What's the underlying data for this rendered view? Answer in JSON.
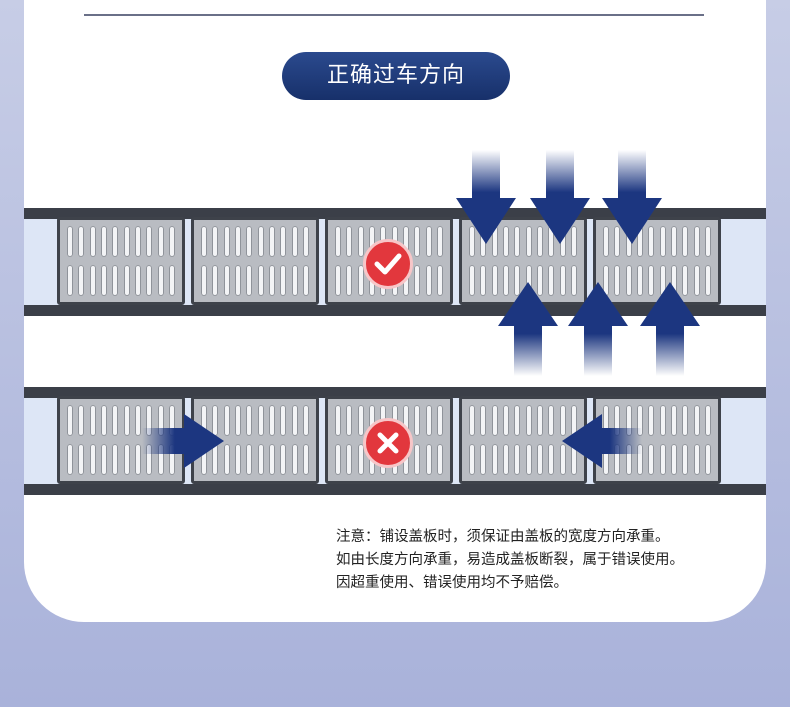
{
  "heading": {
    "label": "正确过车方向"
  },
  "note": {
    "lines": [
      "注意：铺设盖板时，须保证由盖板的宽度方向承重。",
      "如由长度方向承重，易造成盖板断裂，属于错误使用。",
      "因超重使用、错误使用均不予赔偿。"
    ]
  },
  "icons": {
    "correct": "check-icon",
    "wrong": "cross-icon",
    "load_arrow": "arrow-icon"
  },
  "colors": {
    "pill": "#1f3b7d",
    "arrow": "#1c3680",
    "badge": "#e2373d",
    "plate": "#b9bcc2",
    "rail": "#3b3f48"
  }
}
